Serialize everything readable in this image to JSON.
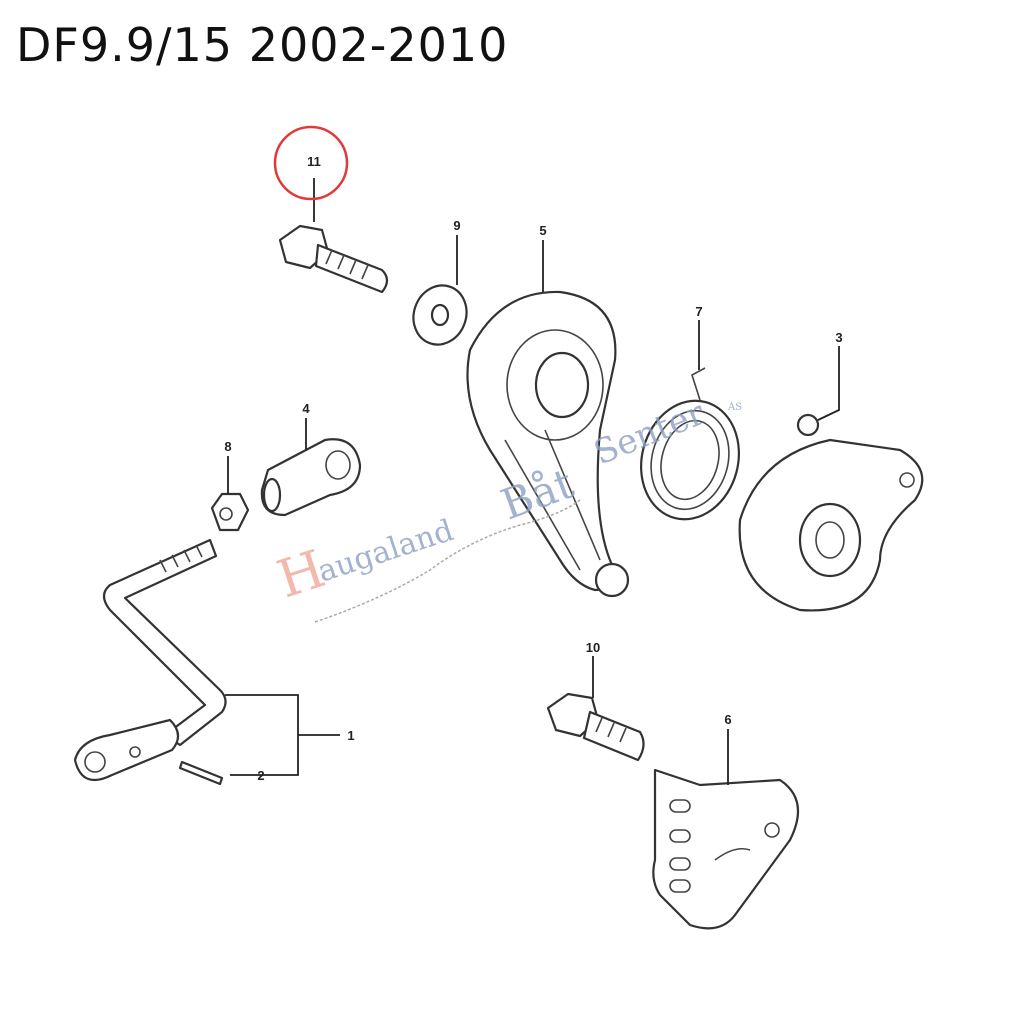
{
  "title": "DF9.9/15 2002-2010",
  "highlight_color": "#e03a3a",
  "highlighted_part": "11",
  "callouts": {
    "p1": "1",
    "p2": "2",
    "p3": "3",
    "p4": "4",
    "p5": "5",
    "p6": "6",
    "p7": "7",
    "p8": "8",
    "p9": "9",
    "p10": "10",
    "p11": "11"
  },
  "watermark": {
    "initial": "H",
    "word1": "augaland",
    "word2": "Båt",
    "word3": "Senter",
    "suffix": "AS"
  }
}
